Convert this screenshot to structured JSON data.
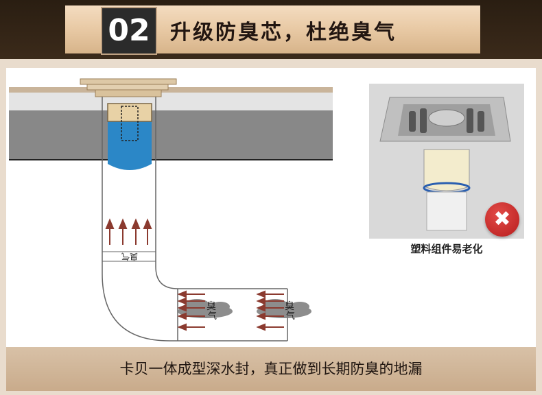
{
  "header": {
    "number": "02",
    "title": "升级防臭芯，杜绝臭气"
  },
  "diagram": {
    "pipe_label": "臭气",
    "smell_label_1": "臭",
    "smell_label_2": "气",
    "smell_label_3": "臭",
    "smell_label_4": "气"
  },
  "product": {
    "caption": "塑料组件易老化",
    "badge_icon": "close-icon",
    "badge_color": "#c62828"
  },
  "footer": {
    "text": "卡贝一体成型深水封，真正做到长期防臭的地漏"
  }
}
